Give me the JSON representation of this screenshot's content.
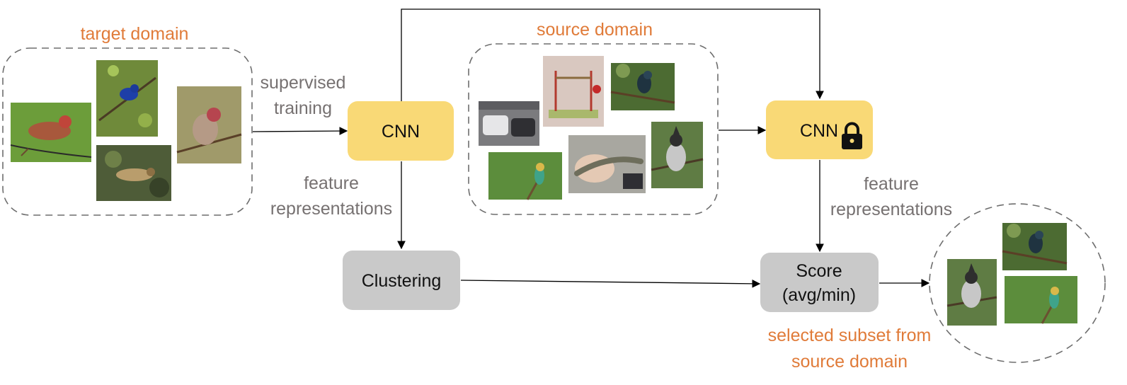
{
  "colors": {
    "accent_orange": "#E07B39",
    "caption_gray": "#767171",
    "cnn_fill": "#F9D976",
    "gray_box_fill": "#C9C9C9",
    "dashed_border": "#6E6E6E",
    "arrow": "#000000"
  },
  "target_domain": {
    "title": "target domain",
    "images": [
      "house-finch-on-wire",
      "indigo-bunting",
      "cedar-waxwing",
      "house-finch-on-branch"
    ]
  },
  "source_domain": {
    "title": "source domain",
    "images": [
      "cars-in-garage",
      "toy-structure",
      "hummingbird-bird",
      "bee-eater",
      "lizard-in-hand",
      "crested-bird"
    ]
  },
  "edges": {
    "supervised_training": [
      "supervised",
      "training"
    ],
    "feature_representations_left": [
      "feature",
      "representations"
    ],
    "feature_representations_right": [
      "feature",
      "representations"
    ]
  },
  "nodes": {
    "cnn_train": "CNN",
    "cnn_frozen": "CNN",
    "clustering": "Clustering",
    "score": [
      "Score",
      "(avg/min)"
    ]
  },
  "selected_subset": {
    "caption": [
      "selected subset from",
      "source domain"
    ],
    "images": [
      "hummingbird-bird",
      "crested-bird",
      "bee-eater"
    ]
  }
}
